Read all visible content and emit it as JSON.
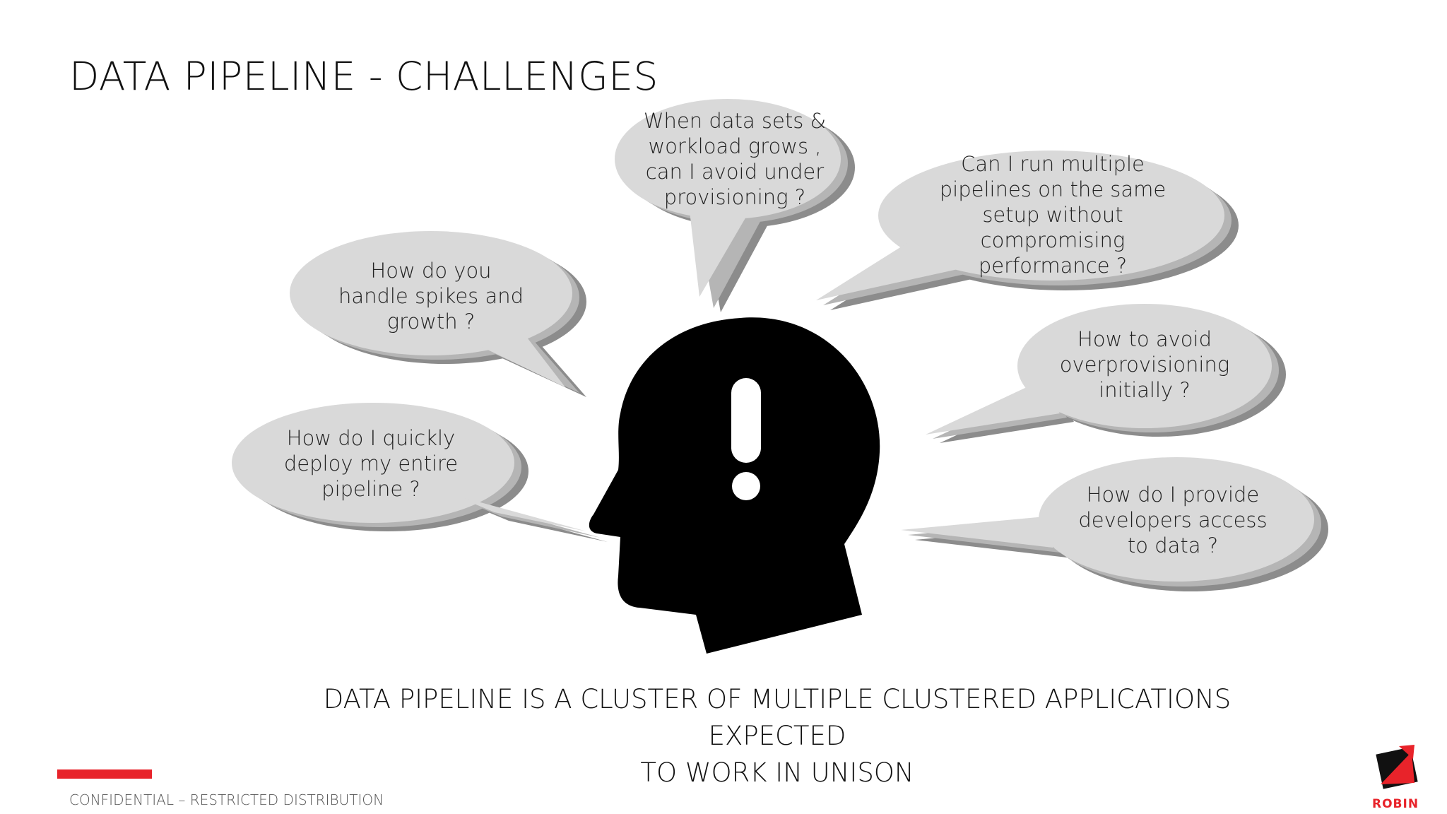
{
  "slide": {
    "title": "DATA PIPELINE - CHALLENGES",
    "statement_line1": "DATA PIPELINE IS A CLUSTER OF MULTIPLE CLUSTERED APPLICATIONS EXPECTED",
    "statement_line2": "TO WORK IN UNISON",
    "footer": "CONFIDENTIAL – RESTRICTED DISTRIBUTION",
    "logo_text": "ROBIN",
    "accent_color": "#e8232a",
    "bubble_color": "#d9d9d9",
    "bubble_shadow_color": "#9a9a9a",
    "head_icon": "head-exclamation-icon",
    "bubbles": [
      {
        "lines": [
          "When data sets &",
          "workload grows ,",
          "can I avoid under",
          "provisioning ?"
        ]
      },
      {
        "lines": [
          "Can I run multiple",
          "pipelines on the same",
          "setup without",
          "compromising",
          "performance ?"
        ]
      },
      {
        "lines": [
          "How do you",
          "handle spikes and",
          "growth ?"
        ]
      },
      {
        "lines": [
          "How to avoid",
          "overprovisioning",
          "initially ?"
        ]
      },
      {
        "lines": [
          "How do I quickly",
          "deploy my entire",
          "pipeline ?"
        ]
      },
      {
        "lines": [
          "How do I provide",
          "developers access",
          "to data ?"
        ]
      }
    ]
  }
}
